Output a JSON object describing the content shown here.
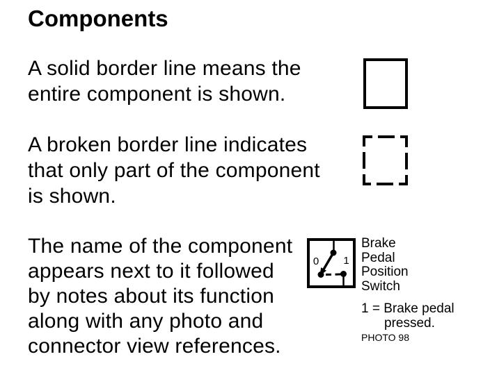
{
  "page": {
    "title": "Components"
  },
  "colors": {
    "ink": "#000000",
    "paper": "#ffffff"
  },
  "legend": {
    "solid_border": {
      "lines": [
        "A solid border line means the",
        "entire component is shown."
      ],
      "symbol": "solid-border-box"
    },
    "broken_border": {
      "lines": [
        "A broken border line indicates",
        "that only part of the component",
        "is shown."
      ],
      "symbol": "broken-border-box"
    },
    "component_naming": {
      "lines": [
        "The name of the component",
        "appears next to it followed",
        "by notes about its function",
        "along with any photo and",
        "connector view references."
      ]
    }
  },
  "example_component": {
    "switch_symbol": {
      "position_0_label": "0",
      "position_1_label": "1"
    },
    "name_lines": [
      "Brake",
      "Pedal",
      "Position",
      "Switch"
    ],
    "note_line_1": "1 = Brake pedal",
    "note_line_2": "pressed.",
    "photo_reference": "PHOTO 98"
  }
}
